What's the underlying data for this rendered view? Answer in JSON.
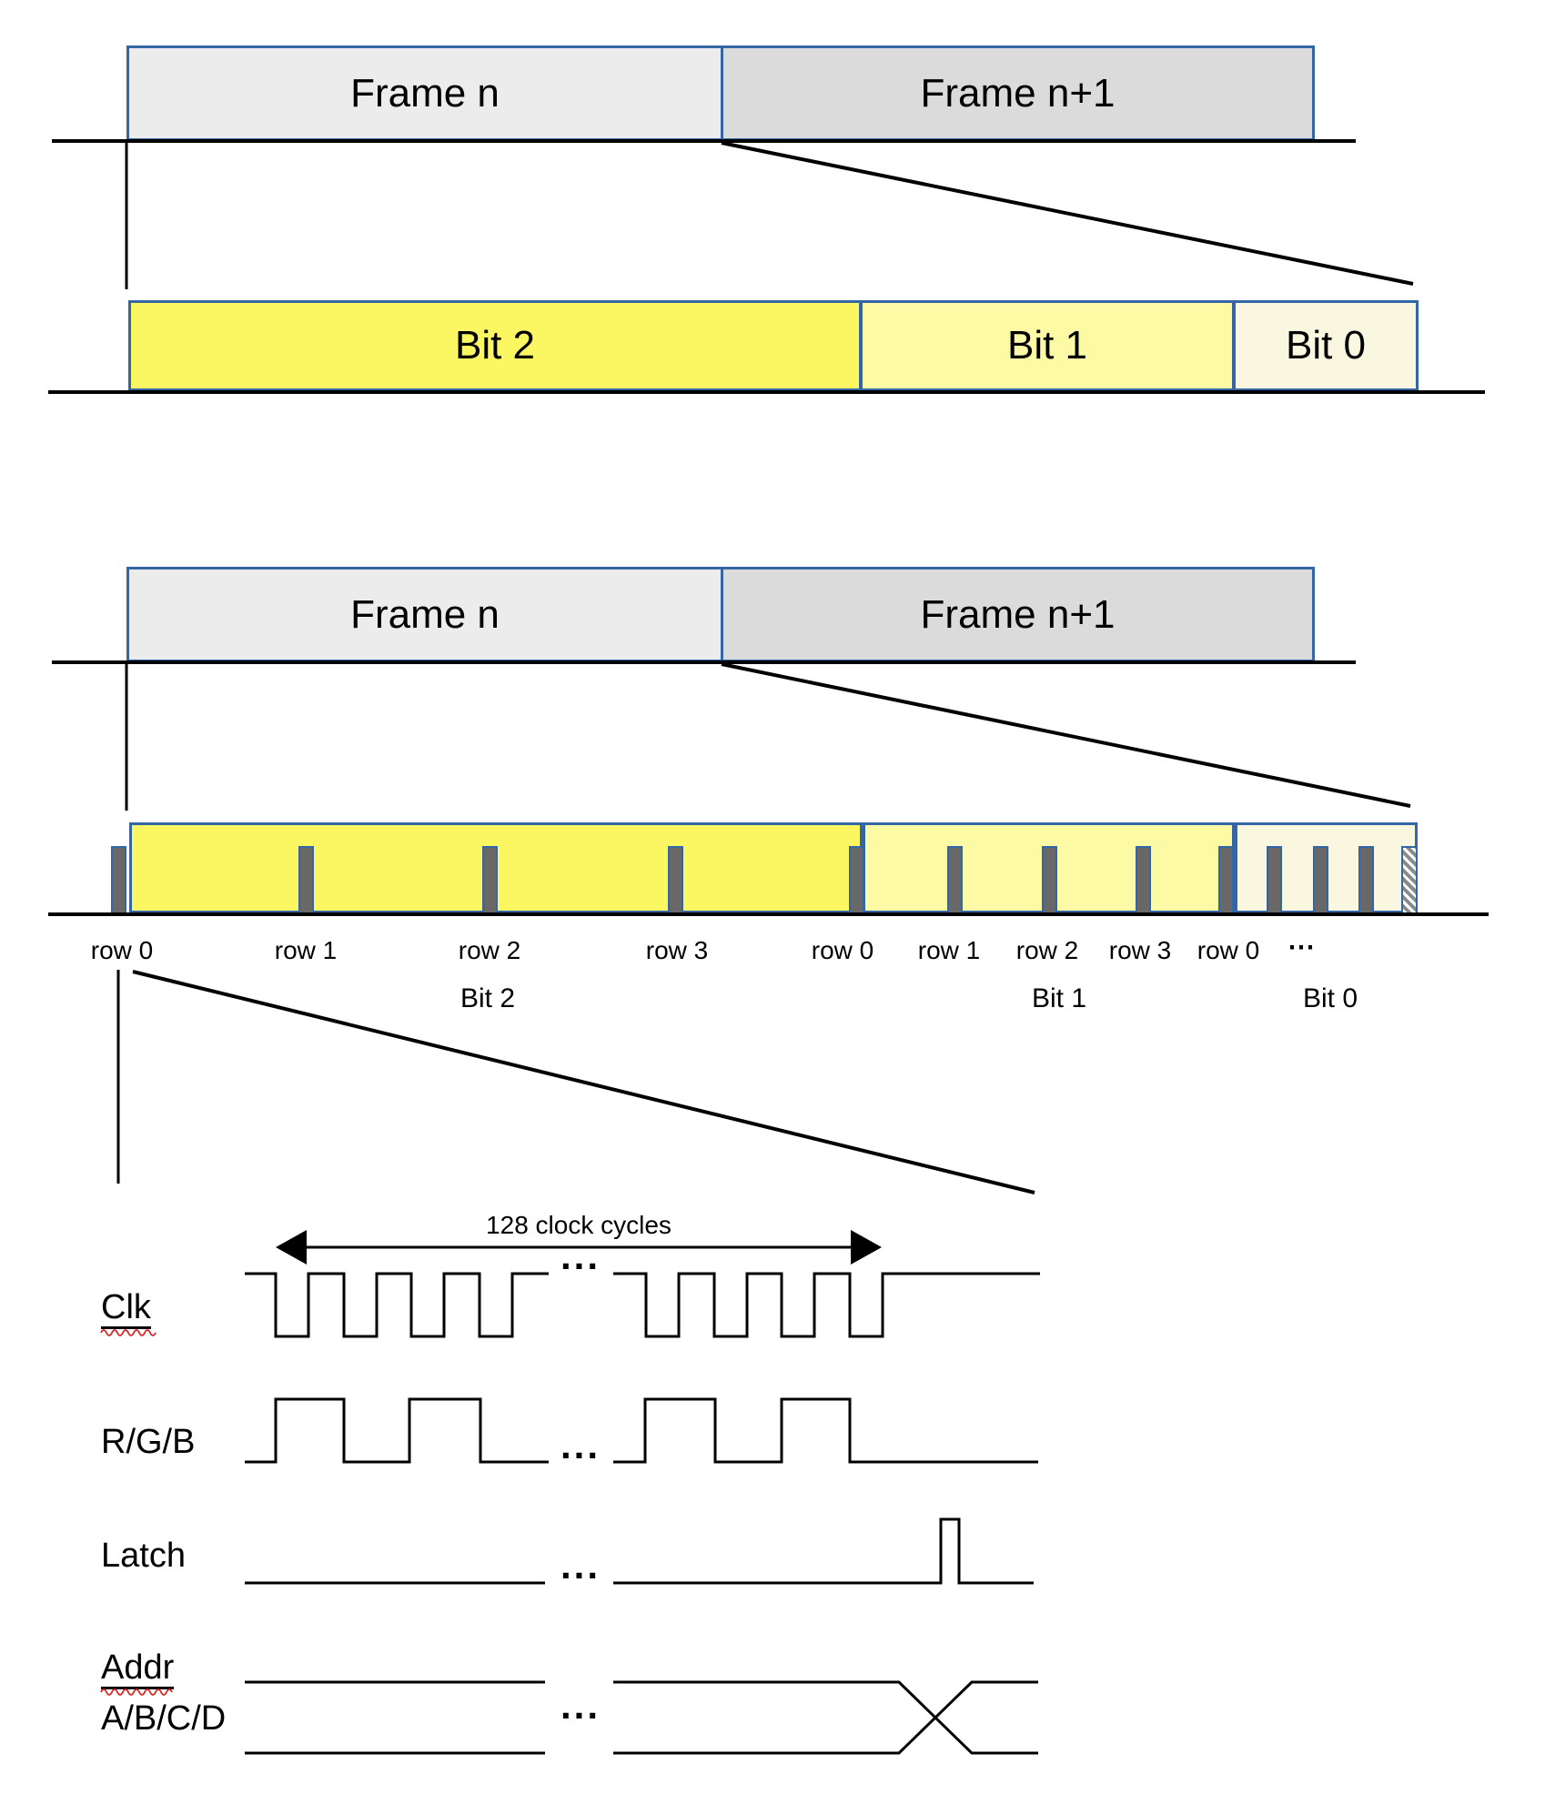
{
  "colors": {
    "bit2_yellow": "#FBF762",
    "bit1_pale_yellow": "#FCFAA5",
    "bit0_ivory": "#F9F7DF",
    "frame_n_gray": "#ECECEC",
    "frame_n_plus_1_gray": "#DBDBDB",
    "box_border_blue": "#3465A4",
    "tick_gray": "#686868",
    "spellcheck_red": "#DD2222"
  },
  "frames_top": {
    "frame_n": "Frame n",
    "frame_n_plus_1": "Frame n+1"
  },
  "bits_top": {
    "bit2": "Bit 2",
    "bit1": "Bit 1",
    "bit0": "Bit 0"
  },
  "frames_mid": {
    "frame_n": "Frame n",
    "frame_n_plus_1": "Frame n+1"
  },
  "rows_mid": {
    "labels": [
      "row 0",
      "row 1",
      "row 2",
      "row 3",
      "row 0",
      "row 1",
      "row 2",
      "row 3",
      "row 0"
    ],
    "ellipsis": "⋯"
  },
  "bits_mid": {
    "bit2": "Bit 2",
    "bit1": "Bit 1",
    "bit0": "Bit 0"
  },
  "timing": {
    "cycles_label": "128 clock cycles",
    "gap_dots": "...",
    "signals": {
      "clk": "Clk",
      "rgb": "R/G/B",
      "latch": "Latch",
      "addr_line1": "Addr",
      "addr_line2": "A/B/C/D"
    }
  }
}
